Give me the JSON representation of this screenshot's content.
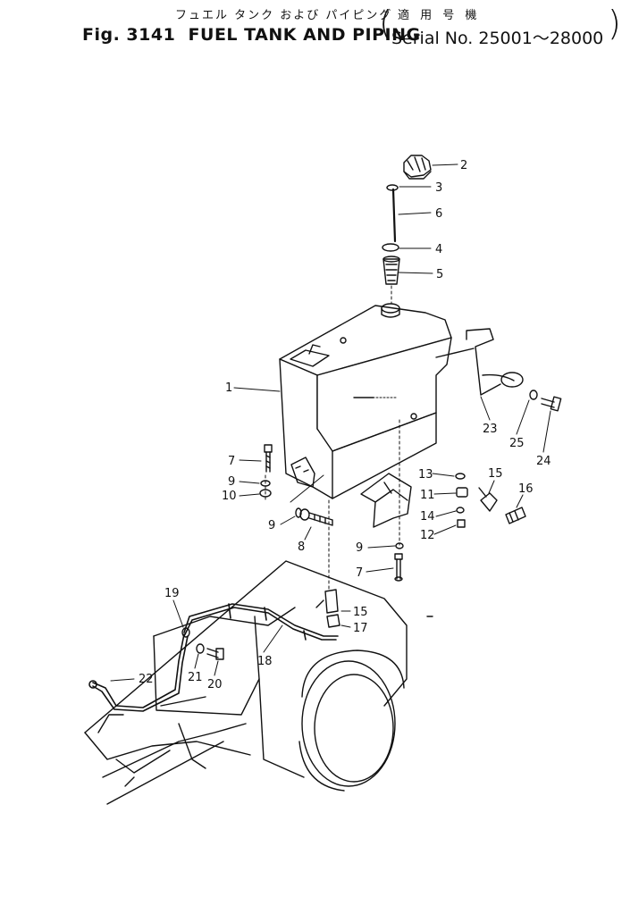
{
  "header": {
    "title_jp": "フュエル タンク および パイピング",
    "serial_jp": "適 用 号 機",
    "fig_number": "Fig. 3141",
    "title_en": "FUEL TANK AND PIPING",
    "serial_range": "Serial No. 25001～28000"
  },
  "callouts": [
    {
      "n": "1"
    },
    {
      "n": "2"
    },
    {
      "n": "3"
    },
    {
      "n": "6"
    },
    {
      "n": "4"
    },
    {
      "n": "5"
    },
    {
      "n": "7"
    },
    {
      "n": "9"
    },
    {
      "n": "10"
    },
    {
      "n": "9"
    },
    {
      "n": "8"
    },
    {
      "n": "13"
    },
    {
      "n": "11"
    },
    {
      "n": "14"
    },
    {
      "n": "12"
    },
    {
      "n": "15"
    },
    {
      "n": "16"
    },
    {
      "n": "9"
    },
    {
      "n": "7"
    },
    {
      "n": "15"
    },
    {
      "n": "17"
    },
    {
      "n": "23"
    },
    {
      "n": "25"
    },
    {
      "n": "24"
    },
    {
      "n": "19"
    },
    {
      "n": "18"
    },
    {
      "n": "21"
    },
    {
      "n": "20"
    },
    {
      "n": "22"
    }
  ]
}
